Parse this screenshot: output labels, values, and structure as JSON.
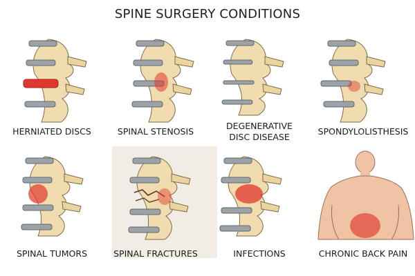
{
  "title": "SPINE SURGERY CONDITIONS",
  "conditions": [
    {
      "label": "HERNIATED DISCS"
    },
    {
      "label": "SPINAL STENOSIS"
    },
    {
      "label_line1": "DEGENERATIVE",
      "label_line2": "DISC DISEASE"
    },
    {
      "label": "SPONDYLOLISTHESIS"
    },
    {
      "label": "SPINAL TUMORS"
    },
    {
      "label": "SPINAL FRACTURES"
    },
    {
      "label": "INFECTIONS"
    },
    {
      "label": "CHRONIC BACK PAIN"
    }
  ],
  "colors": {
    "bone": "#f0dcae",
    "bone_outline": "#7a6a4a",
    "disc": "#9ba3a8",
    "inflammation": "#e0382c",
    "skin": "#efc3a3"
  }
}
